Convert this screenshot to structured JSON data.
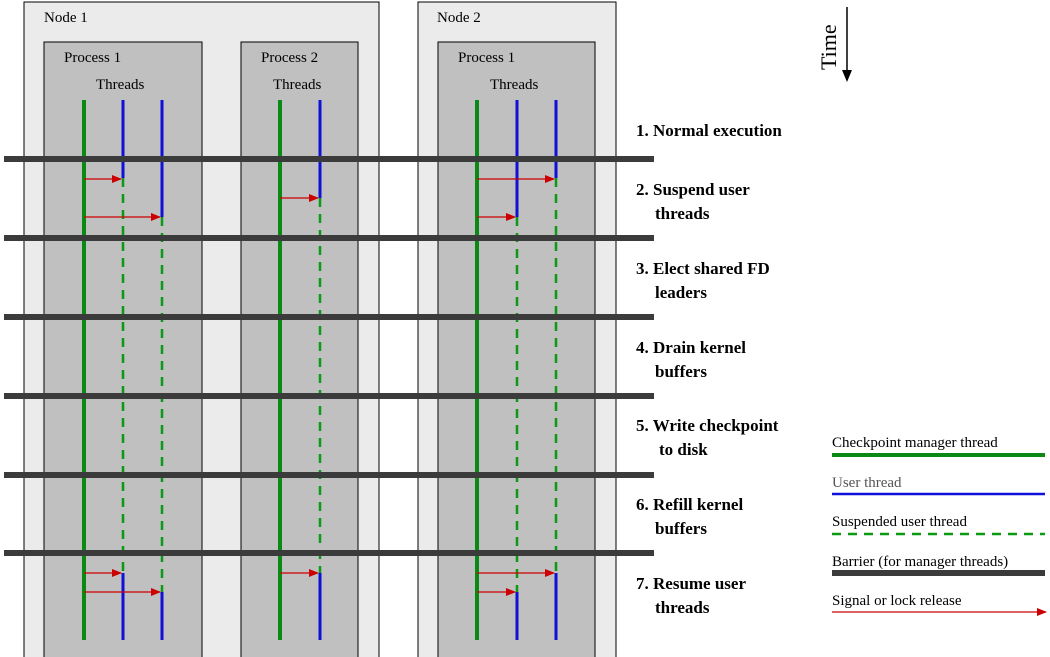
{
  "colors": {
    "node_fill": "#ebebeb",
    "process_fill": "#c0c0c0",
    "manager": "#0a8a14",
    "user": "#1010d8",
    "suspended": "#0a9a14",
    "barrier": "#3b3b3b",
    "signal": "#cc0000"
  },
  "time_label": "Time",
  "nodes": [
    {
      "label": "Node 1",
      "processes": [
        {
          "label": "Process 1",
          "threads_label": "Threads"
        },
        {
          "label": "Process 2",
          "threads_label": "Threads"
        }
      ]
    },
    {
      "label": "Node 2",
      "processes": [
        {
          "label": "Process 1",
          "threads_label": "Threads"
        }
      ]
    }
  ],
  "steps": [
    {
      "line1": "1. Normal execution",
      "line2": ""
    },
    {
      "line1": "2. Suspend user",
      "line2": "threads"
    },
    {
      "line1": "3. Elect shared FD",
      "line2": "leaders"
    },
    {
      "line1": "4. Drain kernel",
      "line2": "buffers"
    },
    {
      "line1": "5. Write checkpoint",
      "line2": "to disk"
    },
    {
      "line1": "6. Refill kernel",
      "line2": "buffers"
    },
    {
      "line1": "7. Resume user",
      "line2": "threads"
    }
  ],
  "legend": [
    {
      "label": "Checkpoint manager thread",
      "style": "manager"
    },
    {
      "label": "User thread",
      "style": "user"
    },
    {
      "label": "Suspended user thread",
      "style": "suspended"
    },
    {
      "label": "Barrier (for manager threads)",
      "style": "barrier"
    },
    {
      "label": "Signal or lock release",
      "style": "signal"
    }
  ]
}
